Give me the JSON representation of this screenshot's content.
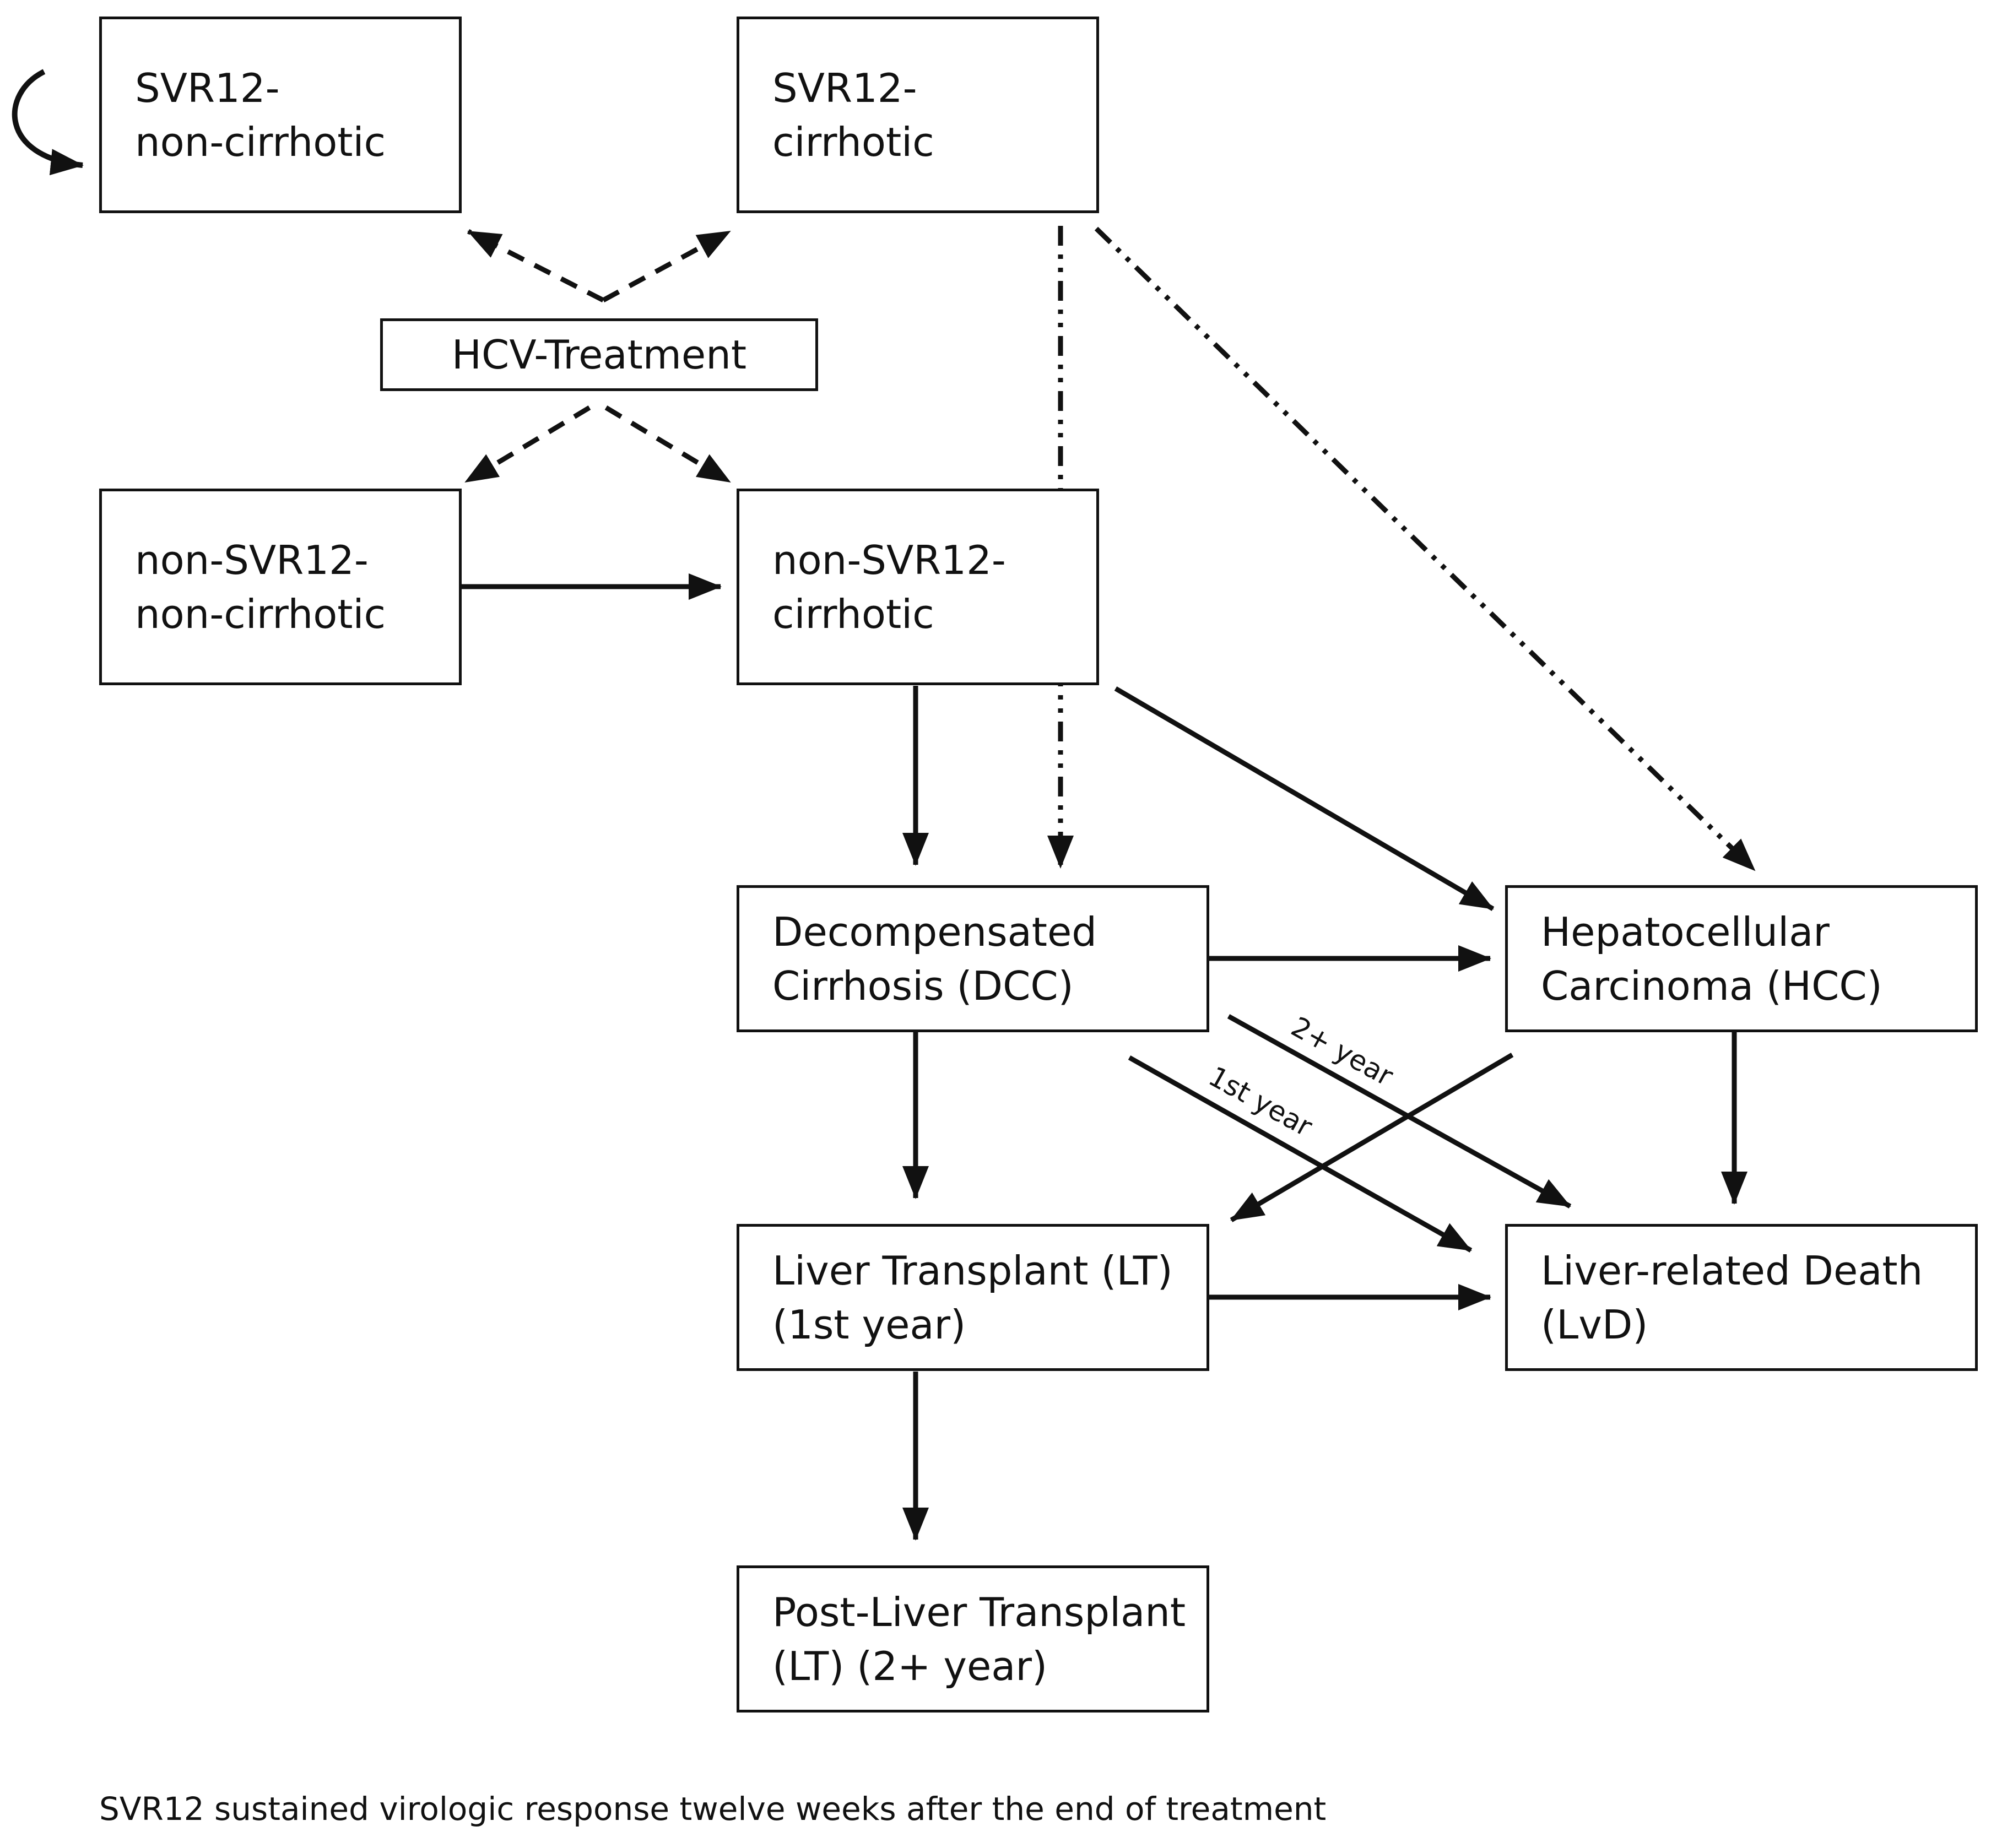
{
  "nodes": {
    "svr12_noncirrhotic": {
      "lines": [
        "SVR12-",
        "non-cirrhotic"
      ]
    },
    "svr12_cirrhotic": {
      "lines": [
        "SVR12-",
        "cirrhotic"
      ]
    },
    "hcv_treatment": {
      "lines": [
        "HCV-Treatment"
      ]
    },
    "nonsvr12_noncirrhotic": {
      "lines": [
        "non-SVR12-",
        "non-cirrhotic"
      ]
    },
    "nonsvr12_cirrhotic": {
      "lines": [
        "non-SVR12-",
        "cirrhotic"
      ]
    },
    "dcc": {
      "lines": [
        "Decompensated",
        "Cirrhosis (DCC)"
      ]
    },
    "hcc": {
      "lines": [
        "Hepatocellular",
        "Carcinoma (HCC)"
      ]
    },
    "lt": {
      "lines": [
        "Liver Transplant (LT)",
        "(1st year)"
      ]
    },
    "lvd": {
      "lines": [
        "Liver-related Death",
        "(LvD)"
      ]
    },
    "post_lt": {
      "lines": [
        "Post-Liver Transplant",
        "(LT) (2+ year)"
      ]
    }
  },
  "edge_labels": {
    "dcc_to_lvd_2plus": "2+ year",
    "dcc_to_lvd_1st": "1st year"
  },
  "footnote": "SVR12 sustained virologic response twelve weeks after the end of treatment",
  "colors": {
    "ink": "#111111",
    "background": "#ffffff"
  }
}
